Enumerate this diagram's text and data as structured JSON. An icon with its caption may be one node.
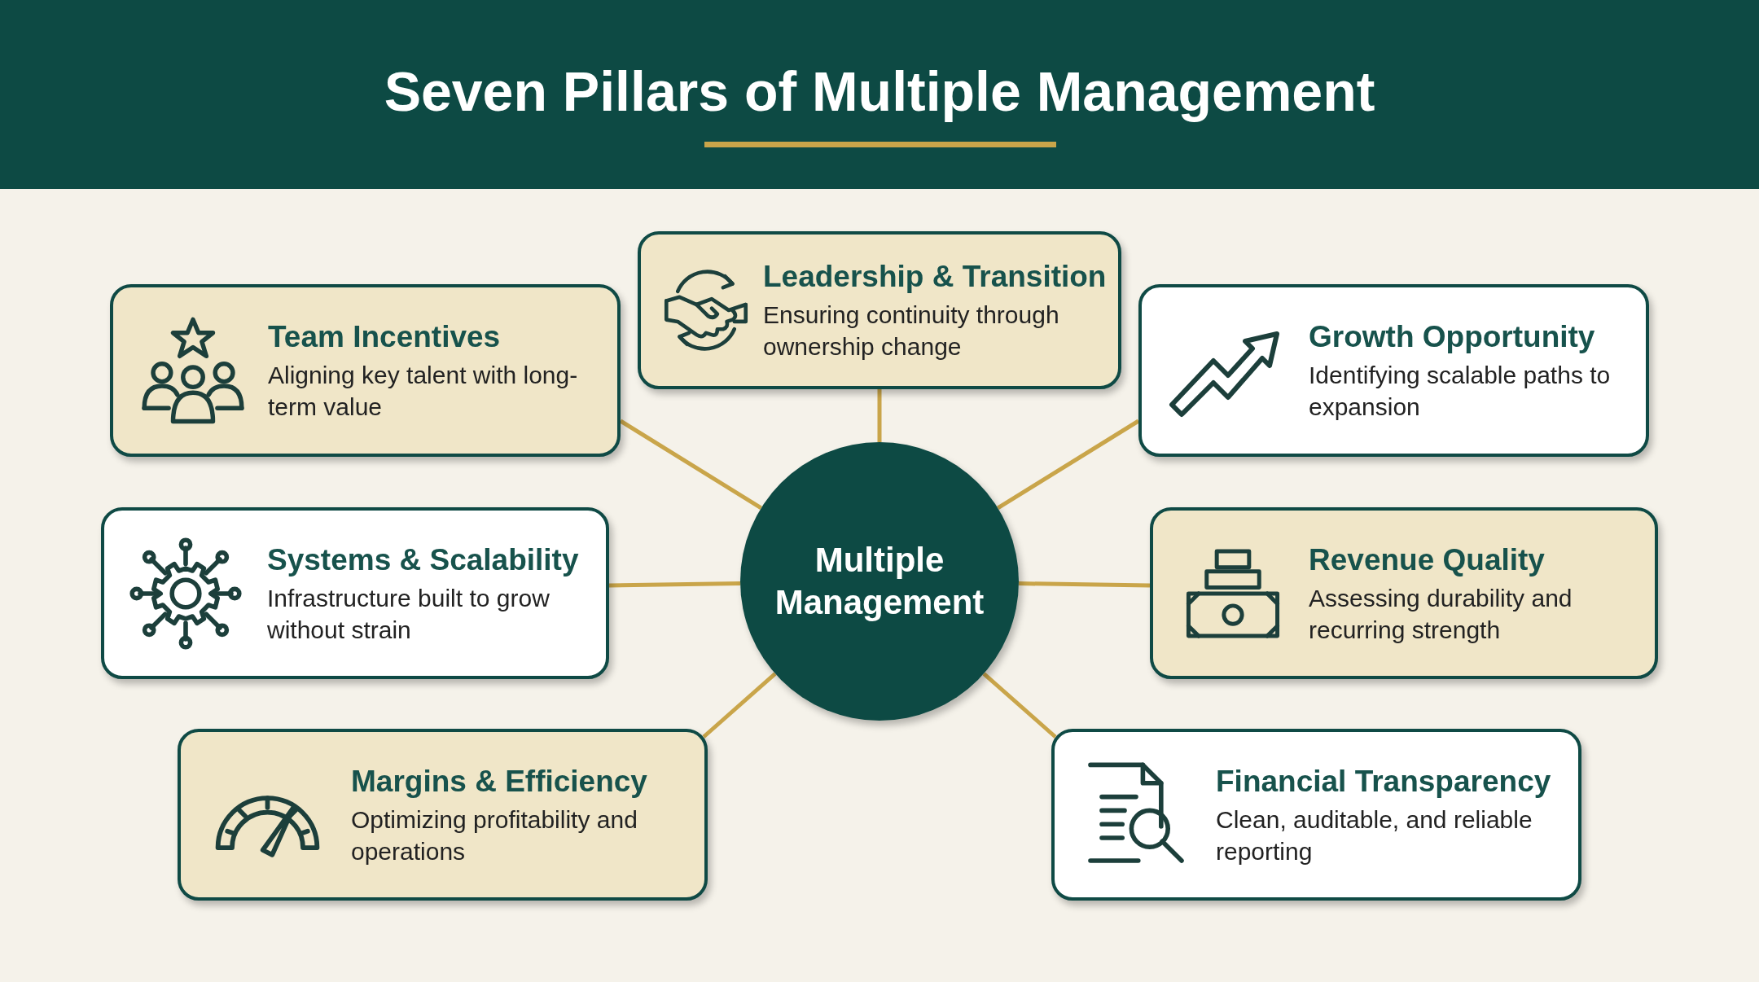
{
  "diagram": {
    "title": "Seven Pillars of Multiple Management",
    "nodes": [
      {
        "text": [
          "Leadership & Transition",
          "Ensuring continuity through ownership change"
        ]
      },
      {
        "text": [
          "Team Incentives",
          "Aligning key talent with long-term value"
        ]
      },
      {
        "text": [
          "Growth Opportunity",
          "Identifying scalable paths to expansion"
        ]
      },
      {
        "text": [
          "Multiple Management"
        ]
      },
      {
        "text": [
          "Systems & Scalability",
          "Infrastructure built to grow without strain"
        ]
      },
      {
        "text": [
          "Revenue Quality",
          "Assessing durability and recurring strength"
        ]
      },
      {
        "text": [
          "Margins & Efficiency",
          "Optimizing profitability and operations"
        ]
      },
      {
        "text": [
          "Financial Transparency",
          "Clean, auditable, and reliable reporting"
        ]
      }
    ],
    "edges": [
      {
        "from": 3,
        "to": 0,
        "arrow": "none"
      },
      {
        "from": 3,
        "to": 1,
        "arrow": "none"
      },
      {
        "from": 3,
        "to": 2,
        "arrow": "none"
      },
      {
        "from": 3,
        "to": 4,
        "arrow": "none"
      },
      {
        "from": 3,
        "to": 5,
        "arrow": "none"
      },
      {
        "from": 3,
        "to": 6,
        "arrow": "none"
      },
      {
        "from": 3,
        "to": 7,
        "arrow": "none"
      }
    ]
  }
}
